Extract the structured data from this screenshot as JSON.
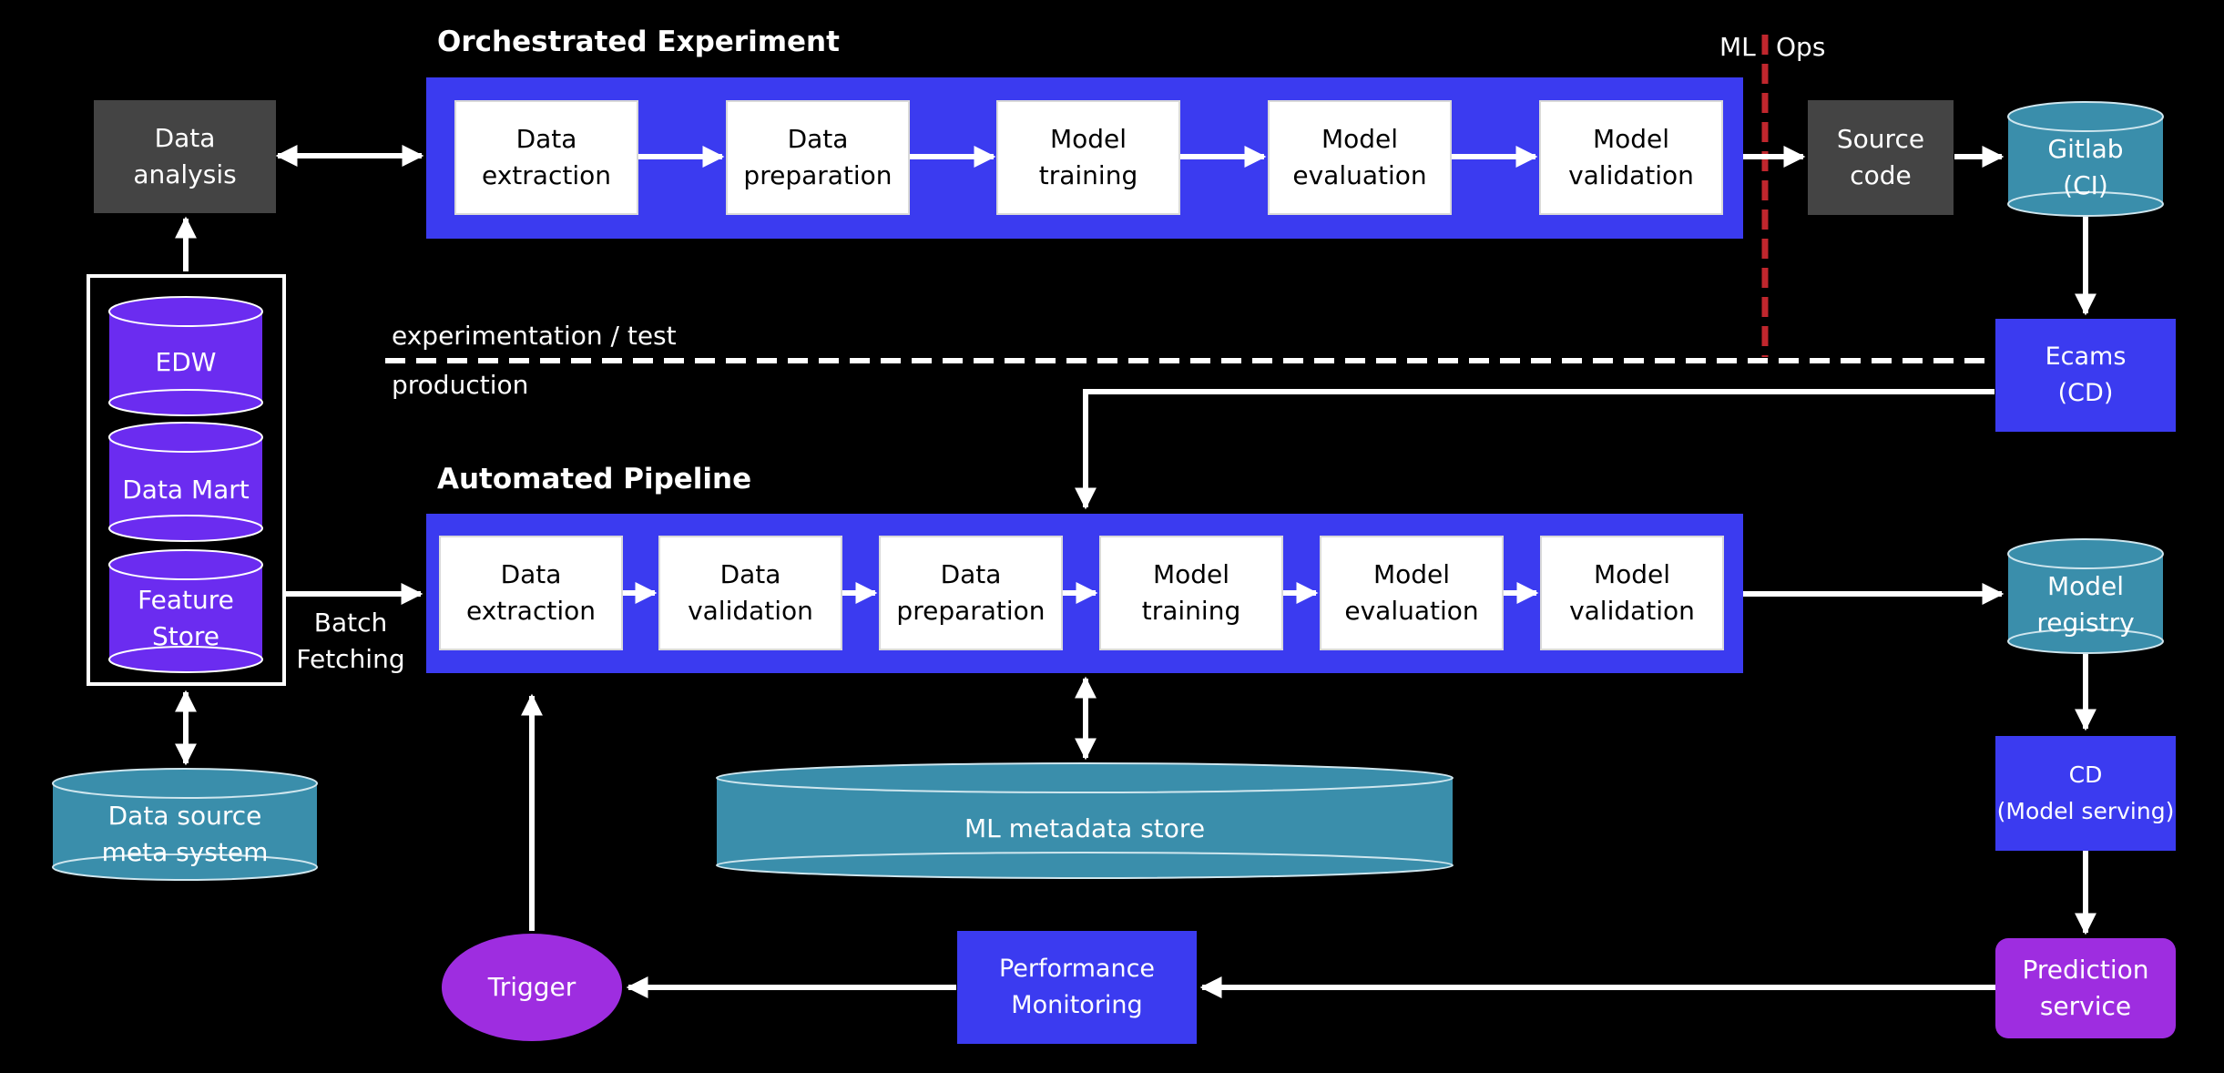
{
  "orchestrated": {
    "title": "Orchestrated Experiment",
    "steps": [
      [
        "Data",
        "extraction"
      ],
      [
        "Data",
        "preparation"
      ],
      [
        "Model",
        "training"
      ],
      [
        "Model",
        "evaluation"
      ],
      [
        "Model",
        "validation"
      ]
    ]
  },
  "automated": {
    "title": "Automated Pipeline",
    "steps": [
      [
        "Data",
        "extraction"
      ],
      [
        "Data",
        "validation"
      ],
      [
        "Data",
        "preparation"
      ],
      [
        "Model",
        "training"
      ],
      [
        "Model",
        "evaluation"
      ],
      [
        "Model",
        "validation"
      ]
    ]
  },
  "data_analysis": [
    "Data",
    "analysis"
  ],
  "stores": {
    "edw": "EDW",
    "data_mart": "Data Mart",
    "feature_store": [
      "Feature",
      "Store"
    ]
  },
  "data_source_meta": [
    "Data source",
    "meta system"
  ],
  "ml_metadata_store": "ML metadata store",
  "batch_fetching": [
    "Batch",
    "Fetching"
  ],
  "divider": {
    "above": "experimentation / test",
    "below": "production"
  },
  "ml_ops": {
    "ml": "ML",
    "ops": "Ops"
  },
  "source_code": [
    "Source",
    "code"
  ],
  "gitlab": [
    "Gitlab",
    "(CI)"
  ],
  "ecams": [
    "Ecams",
    "(CD)"
  ],
  "model_registry": [
    "Model",
    "registry"
  ],
  "cd_serving": [
    "CD",
    "(Model serving)"
  ],
  "prediction_service": [
    "Prediction",
    "service"
  ],
  "performance_monitoring": [
    "Performance",
    "Monitoring"
  ],
  "trigger": "Trigger",
  "colors": {
    "panel_blue": "#3b3bf0",
    "cylinder_purple": "#6b2cf0",
    "cylinder_teal": "#3a8eab",
    "prediction_purple": "#9e2de0",
    "dark_box": "#444444",
    "mlops_divider_red": "#c0262d"
  }
}
